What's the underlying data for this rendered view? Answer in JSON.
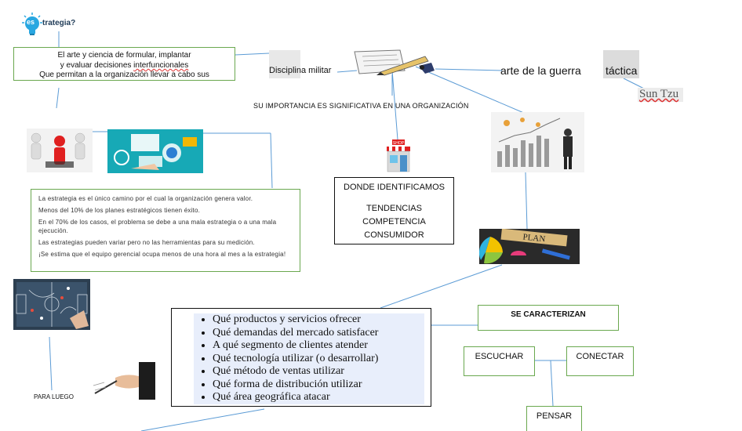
{
  "logo": {
    "badge": "es",
    "word": "trategia?"
  },
  "definition": {
    "line1": "El arte y ciencia de formular, implantar",
    "line2a": "y evaluar decisiones ",
    "line2b": "interfuncionales",
    "line3": "Que permitan a la organización llevar a cabo sus"
  },
  "disciplina": "Disciplina militar",
  "arte": "arte de la guerra",
  "tactica": "táctica",
  "suntzu": "Sun Tzu",
  "importancia": "SU IMPORTANCIA ES SIGNIFICATIVA EN UNA ORGANIZACIÓN",
  "shop_sign": "SHOP",
  "plan_word": "PLAN",
  "identificamos": {
    "title": "DONDE IDENTIFICAMOS",
    "items": [
      "TENDENCIAS",
      "COMPETENCIA",
      "CONSUMIDOR"
    ]
  },
  "facts": [
    "La estrategia es el único camino por el cual la organización genera valor.",
    "Menos del 10% de los planes estratégicos tienen éxito.",
    "En el 70% de los casos, el problema se debe a una mala estrategia o a una mala ejecución.",
    "Las estrategias pueden variar pero no las herramientas para su medición.",
    "¡Se estima que el equipo gerencial ocupa menos de una hora al mes a la estrategia!"
  ],
  "questions": [
    "Qué productos y servicios ofrecer",
    "Qué demandas del mercado satisfacer",
    "A qué segmento de clientes atender",
    "Qué tecnología utilizar (o desarrollar)",
    "Qué método de ventas utilizar",
    "Qué forma de distribución utilizar",
    "Qué área geográfica atacar"
  ],
  "caracterizan": "SE CARACTERIZAN",
  "escuchar": "ESCUCHAR",
  "conectar": "CONECTAR",
  "pensar": "PENSAR",
  "para_luego": "PARA LUEGO",
  "colors": {
    "box_border_green": "#6aa84f",
    "connector_blue": "#5b9bd5",
    "list_bg": "#e8eefb",
    "highlight_gray": "#dcdcdc"
  }
}
